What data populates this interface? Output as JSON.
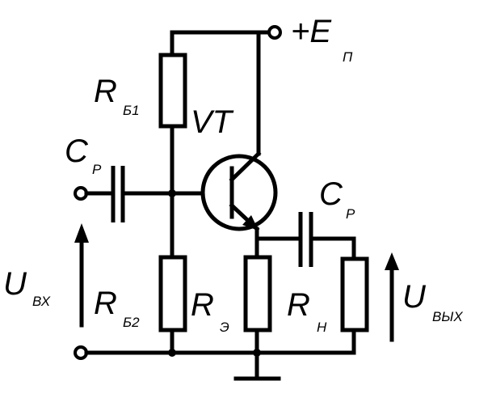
{
  "labels": {
    "supply_main": "+E",
    "supply_sub": "П",
    "rb1_main": "R",
    "rb1_sub": "Б1",
    "vt": "VT",
    "cin_main": "C",
    "cin_sub": "Р",
    "cout_main": "C",
    "cout_sub": "Р",
    "uin_main": "U",
    "uin_sub": "ВХ",
    "rb2_main": "R",
    "rb2_sub": "Б2",
    "re_main": "R",
    "re_sub": "Э",
    "rl_main": "R",
    "rl_sub": "Н",
    "uout_main": "U",
    "uout_sub": "ВЫХ"
  }
}
